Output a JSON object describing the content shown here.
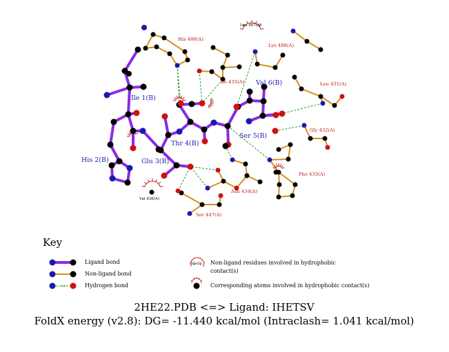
{
  "ligand_residues": [
    {
      "id": "ile1",
      "label": "Ile 1(B)"
    },
    {
      "id": "his2",
      "label": "His 2(B)"
    },
    {
      "id": "glu3",
      "label": "Glu 3(B)"
    },
    {
      "id": "thr4",
      "label": "Thr 4(B)"
    },
    {
      "id": "ser5",
      "label": "Ser 5(B)"
    },
    {
      "id": "val6",
      "label": "Val 6(B)"
    }
  ],
  "protein_residues": [
    {
      "id": "his480",
      "label": "His 480(A)"
    },
    {
      "id": "ile435",
      "label": "Ile 435(A)"
    },
    {
      "id": "lys488",
      "label": "Lys 488(A)"
    },
    {
      "id": "leu431",
      "label": "Leu 431(A)"
    },
    {
      "id": "gly432",
      "label": "Gly 432(A)"
    },
    {
      "id": "phe433",
      "label": "Phe 433(A)"
    },
    {
      "id": "asn434",
      "label": "Asn 434(A)"
    },
    {
      "id": "ser447",
      "label": "Ser 447(A)"
    }
  ],
  "hydrophobic_residues": [
    {
      "id": "leu487",
      "label": "Leu 487(A)"
    },
    {
      "id": "val436",
      "label": "Val 436(A)"
    }
  ],
  "key": {
    "title": "Key",
    "ligand_bond": "Ligand bond",
    "non_ligand_bond": "Non-ligand bond",
    "hydrogen_bond": "Hydrogen bond",
    "hbond_distance": "3.0",
    "example_residue": "His 53",
    "hydrophobic_residues_line1": "Non-ligand residues involved in hydrophobic",
    "hydrophobic_residues_line2": "contact(s)",
    "hydrophobic_atoms": "Corresponding atoms involved in hydrophobic contact(s)"
  },
  "footer": {
    "line1": "2HE22.PDB <=> Ligand: IHETSV",
    "line2": "FoldX energy (v2.8): DG= -11.440 kcal/mol (Intraclash= 1.041 kcal/mol)"
  },
  "colors": {
    "ligand_bond": "#8a2be2",
    "non_ligand_bond": "#d4901c",
    "hbond": "#2a9a2a",
    "carbon": "#000000",
    "nitrogen": "#1a1ab0",
    "oxygen": "#d01010",
    "ligand_label": "#1a1ab0",
    "residue_label": "#c01818"
  }
}
